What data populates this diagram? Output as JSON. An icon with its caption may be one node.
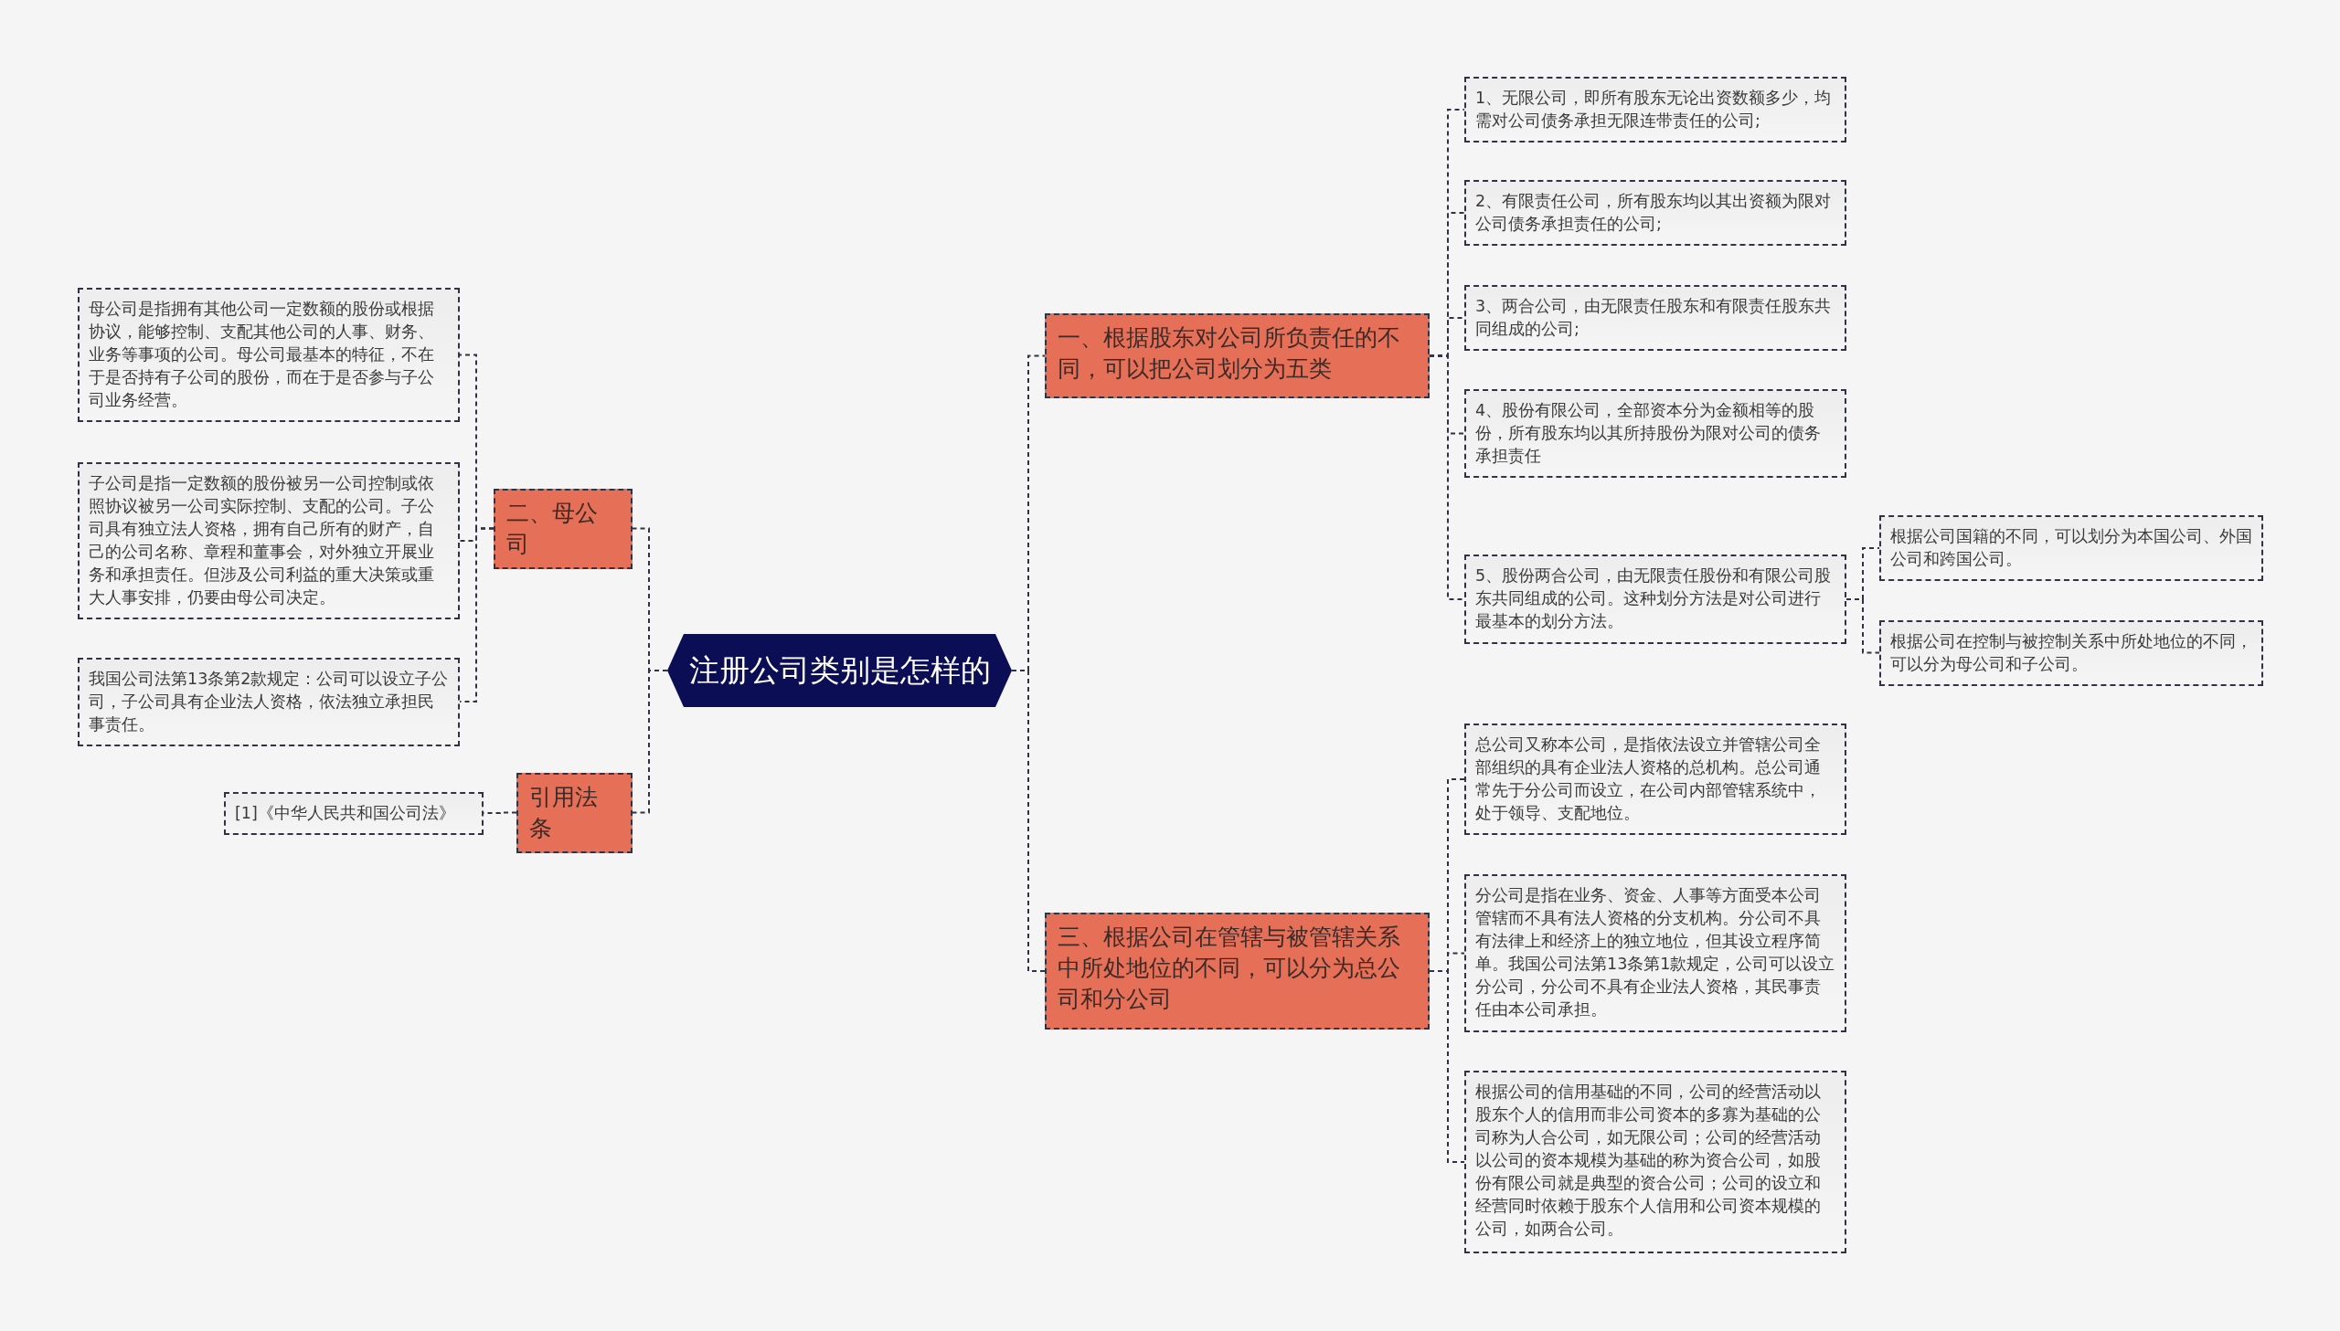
{
  "diagram": {
    "nodes": [
      {
        "text": [
          "注册公司类别是怎样的"
        ]
      },
      {
        "text": [
          "一、根据股东对公司所负责任的不同，可以把公司划分为五类"
        ]
      },
      {
        "text": [
          "1、无限公司，即所有股东无论出资数额多少，均需对公司债务承担无限连带责任的公司;"
        ]
      },
      {
        "text": [
          "2、有限责任公司，所有股东均以其出资额为限对公司债务承担责任的公司;"
        ]
      },
      {
        "text": [
          "3、两合公司，由无限责任股东和有限责任股东共同组成的公司;"
        ]
      },
      {
        "text": [
          "4、股份有限公司，全部资本分为金额相等的股份，所有股东均以其所持股份为限对公司的债务承担责任"
        ]
      },
      {
        "text": [
          "5、股份两合公司，由无限责任股份和有限公司股东共同组成的公司。这种划分方法是对公司进行最基本的划分方法。"
        ]
      },
      {
        "text": [
          "根据公司国籍的不同，可以划分为本国公司、外国公司和跨国公司。"
        ]
      },
      {
        "text": [
          "根据公司在控制与被控制关系中所处地位的不同，可以分为母公司和子公司。"
        ]
      },
      {
        "text": [
          "二、母公司"
        ]
      },
      {
        "text": [
          "母公司是指拥有其他公司一定数额的股份或根据协议，能够控制、支配其他公司的人事、财务、业务等事项的公司。母公司最基本的特征，不在于是否持有子公司的股份，而在于是否参与子公司业务经营。"
        ]
      },
      {
        "text": [
          "子公司是指一定数额的股份被另一公司控制或依照协议被另一公司实际控制、支配的公司。子公司具有独立法人资格，拥有自己所有的财产，自己的公司名称、章程和董事会，对外独立开展业务和承担责任。但涉及公司利益的重大决策或重大人事安排，仍要由母公司决定。"
        ]
      },
      {
        "text": [
          "我国公司法第13条第2款规定：公司可以设立子公司，子公司具有企业法人资格，依法独立承担民事责任。"
        ]
      },
      {
        "text": [
          "引用法条"
        ]
      },
      {
        "text": [
          "[1]《中华人民共和国公司法》"
        ]
      },
      {
        "text": [
          "三、根据公司在管辖与被管辖关系中所处地位的不同，可以分为总公司和分公司"
        ]
      },
      {
        "text": [
          "总公司又称本公司，是指依法设立并管辖公司全部组织的具有企业法人资格的总机构。总公司通常先于分公司而设立，在公司内部管辖系统中，处于领导、支配地位。"
        ]
      },
      {
        "text": [
          "分公司是指在业务、资金、人事等方面受本公司管辖而不具有法人资格的分支机构。分公司不具有法律上和经济上的独立地位，但其设立程序简单。我国公司法第13条第1款规定，公司可以设立分公司，分公司不具有企业法人资格，其民事责任由本公司承担。"
        ]
      },
      {
        "text": [
          "根据公司的信用基础的不同，公司的经营活动以股东个人的信用而非公司资本的多寡为基础的公司称为人合公司，如无限公司；公司的经营活动以公司的资本规模为基础的称为资合公司，如股份有限公司就是典型的资合公司；公司的设立和经营同时依赖于股东个人信用和公司资本规模的公司，如两合公司。"
        ]
      }
    ],
    "edges": [
      {
        "from": 0,
        "to": 1,
        "arrow": "none"
      },
      {
        "from": 1,
        "to": 2,
        "arrow": "none"
      },
      {
        "from": 1,
        "to": 3,
        "arrow": "none"
      },
      {
        "from": 1,
        "to": 4,
        "arrow": "none"
      },
      {
        "from": 1,
        "to": 5,
        "arrow": "none"
      },
      {
        "from": 1,
        "to": 6,
        "arrow": "none"
      },
      {
        "from": 6,
        "to": 7,
        "arrow": "none"
      },
      {
        "from": 6,
        "to": 8,
        "arrow": "none"
      },
      {
        "from": 0,
        "to": 9,
        "arrow": "none"
      },
      {
        "from": 9,
        "to": 10,
        "arrow": "none"
      },
      {
        "from": 9,
        "to": 11,
        "arrow": "none"
      },
      {
        "from": 9,
        "to": 12,
        "arrow": "none"
      },
      {
        "from": 0,
        "to": 13,
        "arrow": "none"
      },
      {
        "from": 13,
        "to": 14,
        "arrow": "none"
      },
      {
        "from": 0,
        "to": 15,
        "arrow": "none"
      },
      {
        "from": 15,
        "to": 16,
        "arrow": "none"
      },
      {
        "from": 15,
        "to": 17,
        "arrow": "none"
      },
      {
        "from": 15,
        "to": 18,
        "arrow": "none"
      }
    ]
  }
}
